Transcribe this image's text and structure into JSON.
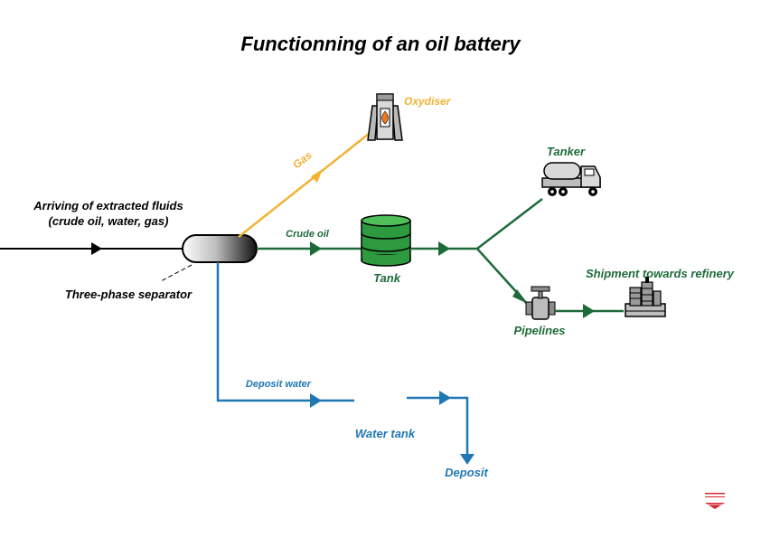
{
  "title": "Functionning of an oil battery",
  "colors": {
    "input": "#000000",
    "gas": "#f2b233",
    "oil": "#1e6b3a",
    "water": "#1f77b4",
    "logo": "#d7262e"
  },
  "labels": {
    "arriving_line1": "Arriving of extracted fluids",
    "arriving_line2": "(crude oil, water, gas)",
    "separator": "Three-phase separator",
    "gas": "Gas",
    "oxydiser": "Oxydiser",
    "crude_oil": "Crude oil",
    "tank": "Tank",
    "tanker": "Tanker",
    "pipelines": "Pipelines",
    "shipment": "Shipment towards refinery",
    "deposit_water": "Deposit water",
    "water_tank": "Water tank",
    "deposit": "Deposit"
  },
  "icons": {
    "separator": "separator-vessel-icon",
    "oxydiser": "flare-oxydiser-icon",
    "tank": "storage-tank-icon",
    "tanker": "tanker-truck-icon",
    "pipeline": "pipeline-valve-icon",
    "refinery": "refinery-icon",
    "logo": "company-logo-icon"
  }
}
